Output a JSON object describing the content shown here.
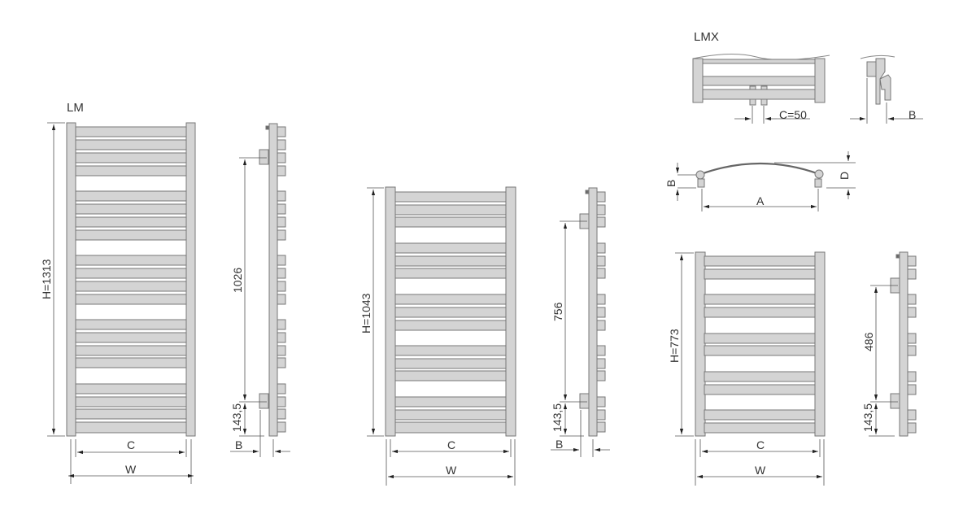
{
  "colors": {
    "fill": "#d4d4d4",
    "stroke": "#777777",
    "dim_line": "#555555",
    "text": "#333333",
    "background": "#ffffff"
  },
  "views": {
    "lm": {
      "title": "LM",
      "height_label": "H=1313",
      "c_label": "C",
      "w_label": "W",
      "side_spacing_label": "1026",
      "side_bottom_label": "143,5",
      "side_b_label": "B",
      "bar_groups": 5,
      "bars_per_group": 4
    },
    "mid": {
      "height_label": "H=1043",
      "c_label": "C",
      "w_label": "W",
      "side_spacing_label": "756",
      "side_bottom_label": "143,5",
      "side_b_label": "B",
      "bar_groups": 5,
      "bars_per_group": 3
    },
    "small": {
      "height_label": "H=773",
      "c_label": "C",
      "w_label": "W",
      "side_spacing_label": "486",
      "side_bottom_label": "143,5",
      "bar_groups": 5,
      "bars_per_group": 2
    },
    "lmx": {
      "title": "LMX",
      "c_label": "C=50",
      "side_b_label": "B",
      "bracket_b_label": "B",
      "bracket_d_label": "D",
      "bracket_a_label": "A"
    }
  }
}
